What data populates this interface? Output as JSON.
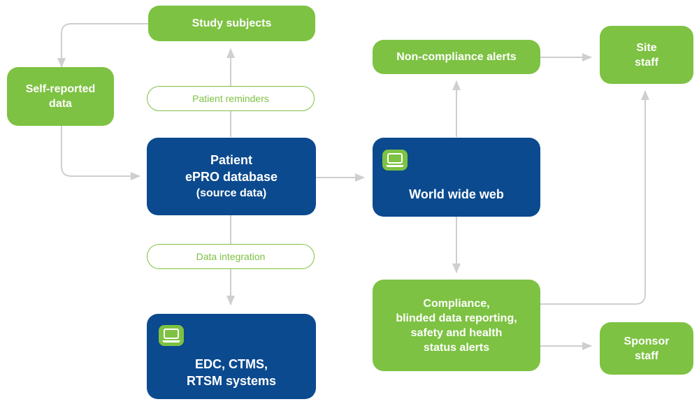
{
  "nodes": {
    "study_subjects": "Study subjects",
    "self_reported": [
      "Self-reported",
      "data"
    ],
    "patient_reminders": "Patient reminders",
    "epro_database": [
      "Patient",
      "ePRO database",
      "(source data)"
    ],
    "data_integration": "Data integration",
    "edc_systems": [
      "EDC, CTMS,",
      "RTSM systems"
    ],
    "non_compliance": "Non-compliance alerts",
    "site_staff": [
      "Site",
      "staff"
    ],
    "world_wide_web": "World wide web",
    "compliance": [
      "Compliance,",
      "blinded data reporting,",
      "safety and health",
      "status alerts"
    ],
    "sponsor_staff": [
      "Sponsor",
      "staff"
    ]
  },
  "icons": {
    "computer": "laptop-icon"
  },
  "colors": {
    "green": "#7dc242",
    "blue": "#0b4a8e",
    "arrow": "#cfcfcf"
  }
}
